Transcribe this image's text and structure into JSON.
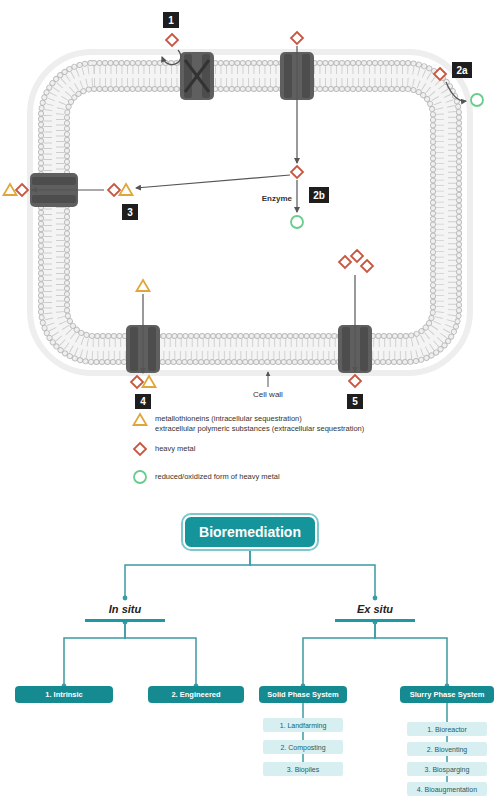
{
  "diagram": {
    "nodes": [
      {
        "text": [
          "Bioremediation"
        ]
      },
      {
        "text": [
          "In situ"
        ]
      },
      {
        "text": [
          "Ex situ"
        ]
      },
      {
        "text": [
          "1. Intrinsic"
        ]
      },
      {
        "text": [
          "2. Engineered"
        ]
      },
      {
        "text": [
          "Solid Phase System"
        ]
      },
      {
        "text": [
          "Slurry Phase System"
        ]
      },
      {
        "text": [
          "1. Landfarming"
        ]
      },
      {
        "text": [
          "2. Composting"
        ]
      },
      {
        "text": [
          "3. Biopiles"
        ]
      },
      {
        "text": [
          "1. Bioreactor"
        ]
      },
      {
        "text": [
          "2. Bioventing"
        ]
      },
      {
        "text": [
          "3. Biosparging"
        ]
      },
      {
        "text": [
          "4. Bioaugmentation"
        ]
      }
    ],
    "edges": [
      {
        "from": 0,
        "to": 1,
        "arrow": "none"
      },
      {
        "from": 0,
        "to": 2,
        "arrow": "none"
      },
      {
        "from": 1,
        "to": 3,
        "arrow": "none"
      },
      {
        "from": 1,
        "to": 4,
        "arrow": "none"
      },
      {
        "from": 2,
        "to": 5,
        "arrow": "none"
      },
      {
        "from": 2,
        "to": 6,
        "arrow": "none"
      },
      {
        "from": 5,
        "to": 7,
        "arrow": "none"
      },
      {
        "from": 7,
        "to": 8,
        "arrow": "none"
      },
      {
        "from": 8,
        "to": 9,
        "arrow": "none"
      },
      {
        "from": 6,
        "to": 10,
        "arrow": "none"
      },
      {
        "from": 10,
        "to": 11,
        "arrow": "none"
      },
      {
        "from": 11,
        "to": 12,
        "arrow": "none"
      },
      {
        "from": 12,
        "to": 13,
        "arrow": "none"
      }
    ],
    "labels": [
      "1",
      "2a",
      "2b",
      "3",
      "4",
      "5",
      "Enzyme",
      "Cell wall"
    ],
    "legend": [
      {
        "text": "metallothioneins (intracellular sequestration)"
      },
      {
        "text": "extracellular polymeric substances (extracellular sequestration)"
      },
      {
        "text": "heavy metal"
      },
      {
        "text": "reduced/oxidized form of heavy metal"
      }
    ]
  }
}
